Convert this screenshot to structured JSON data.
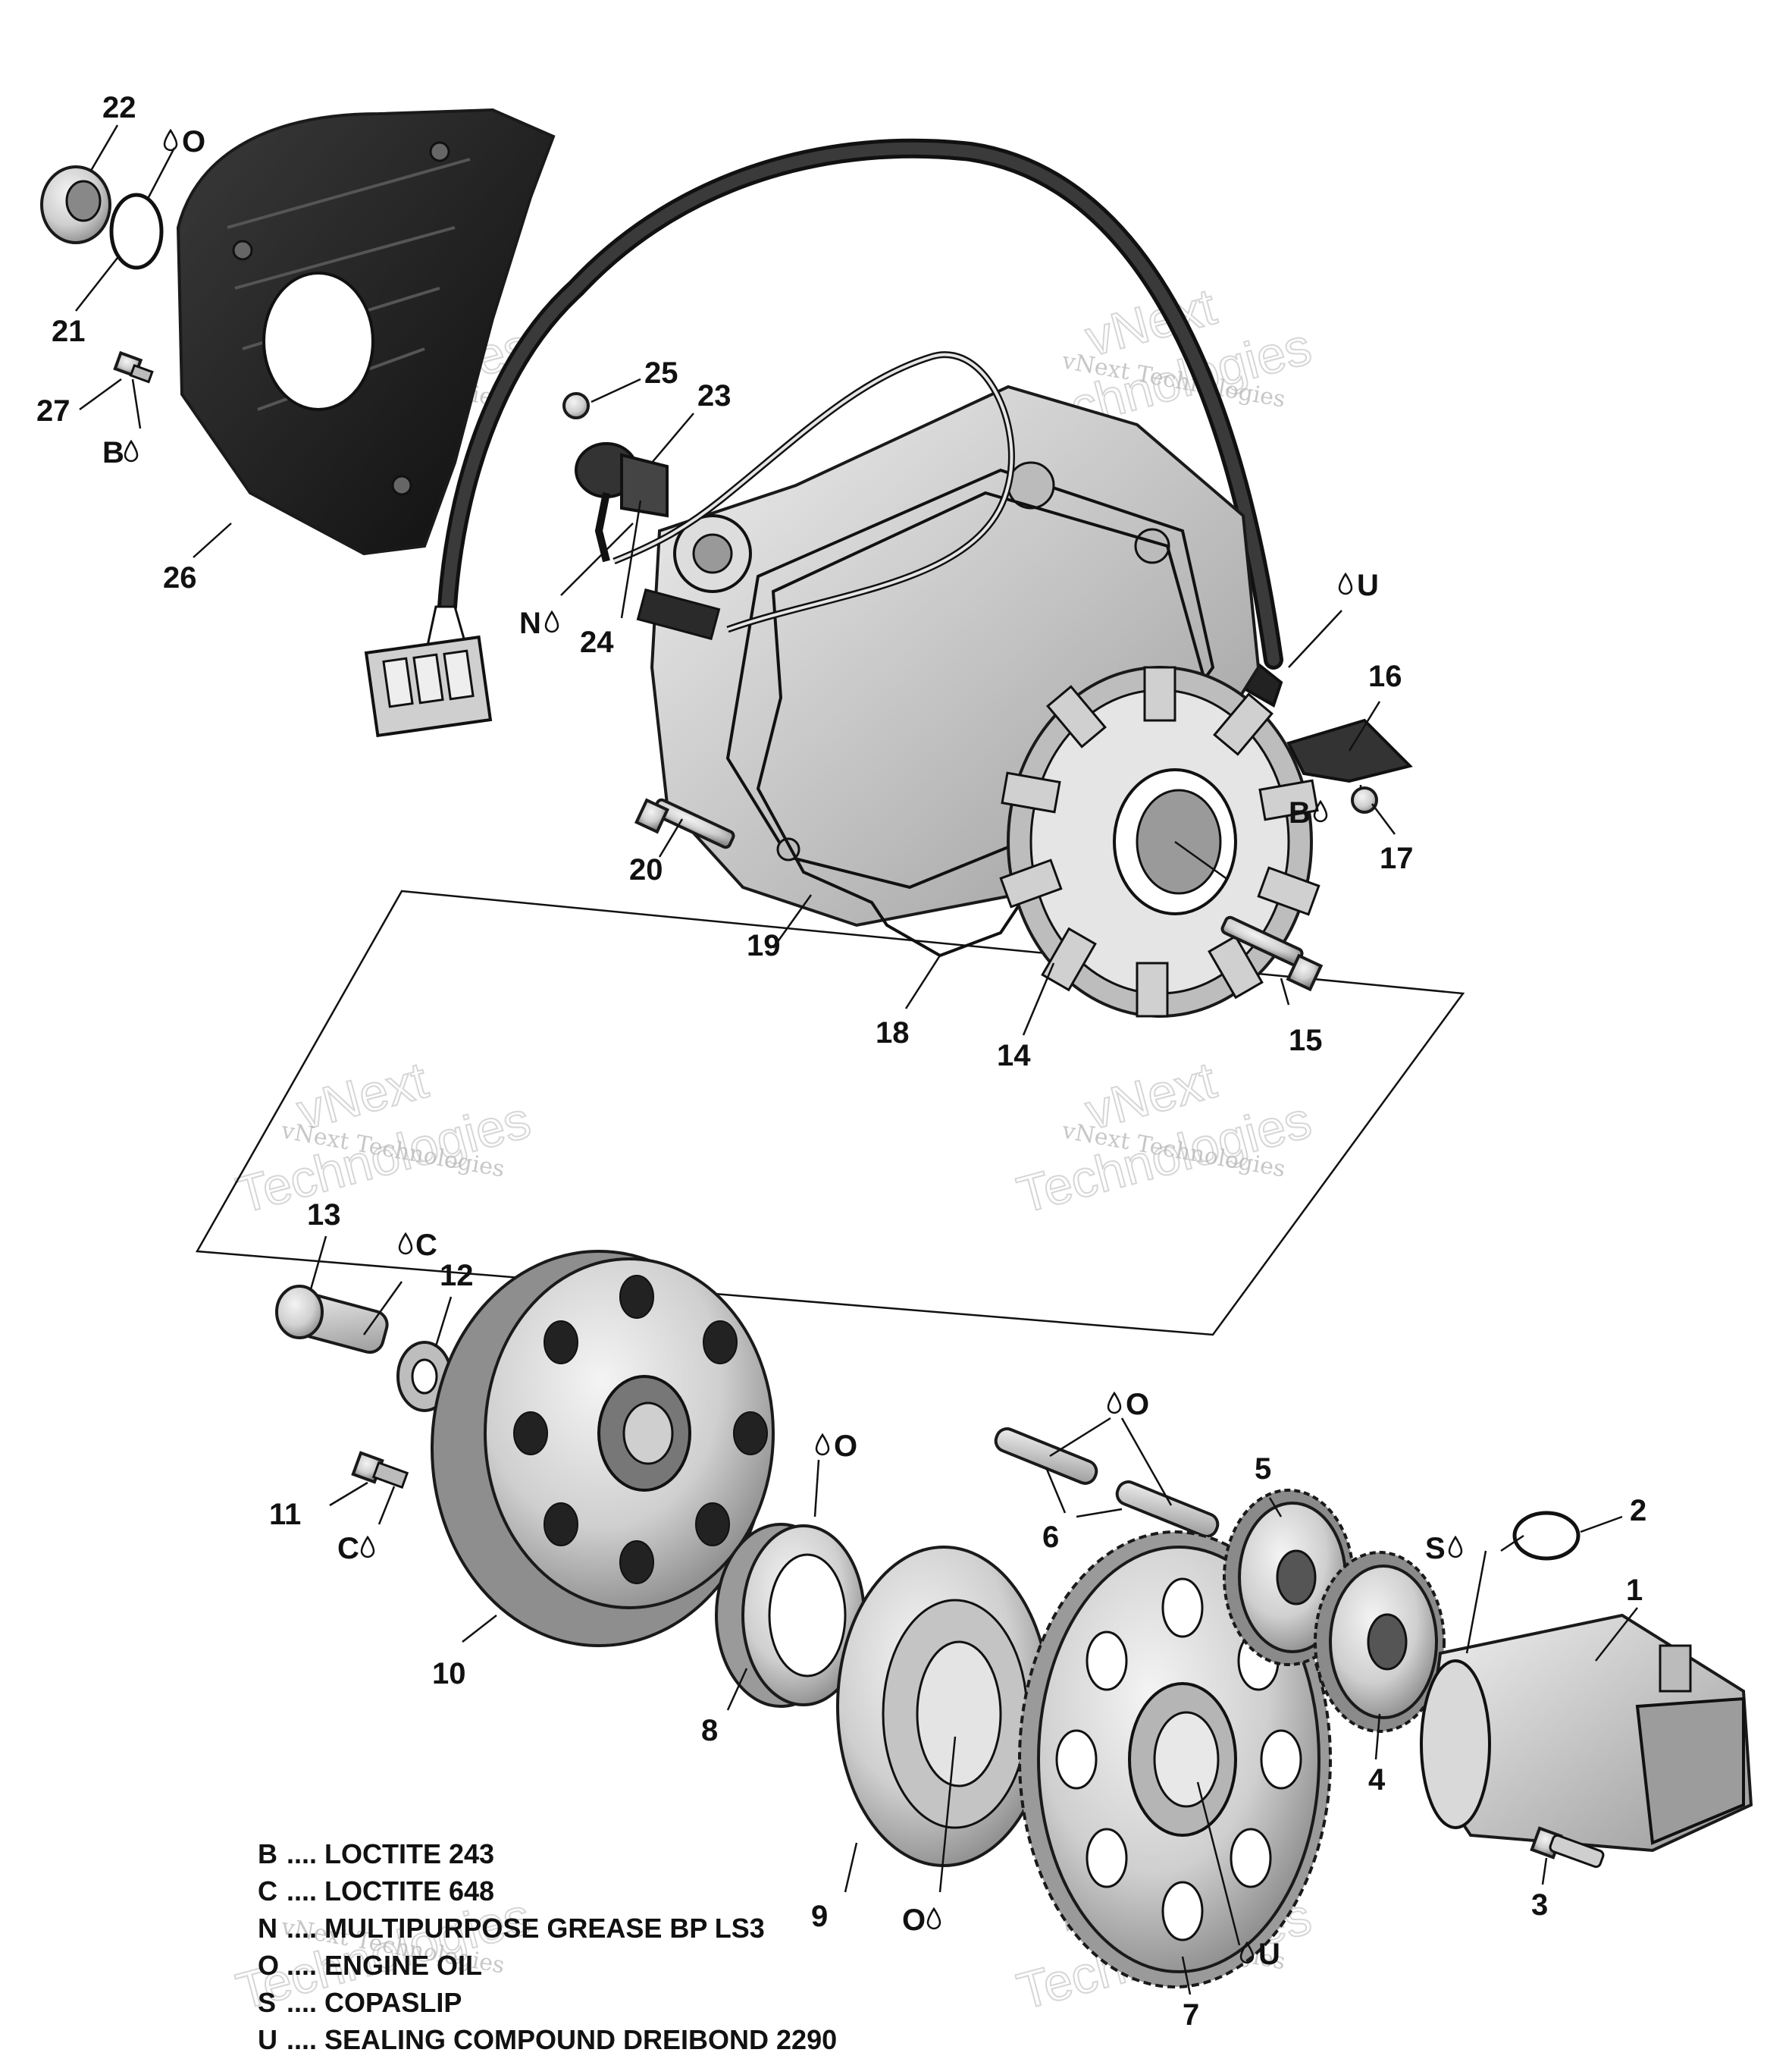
{
  "callouts": {
    "c1": "1",
    "c2": "2",
    "c3": "3",
    "c4": "4",
    "c5": "5",
    "c6": "6",
    "c7": "7",
    "c8": "8",
    "c9": "9",
    "c10": "10",
    "c11": "11",
    "c12": "12",
    "c13": "13",
    "c14": "14",
    "c15": "15",
    "c16": "16",
    "c17": "17",
    "c18": "18",
    "c19": "19",
    "c20": "20",
    "c21": "21",
    "c22": "22",
    "c23": "23",
    "c24": "24",
    "c25": "25",
    "c26": "26",
    "c27": "27"
  },
  "markers": {
    "o_22": "O",
    "b_27": "B",
    "n_24": "N",
    "u_harness": "U",
    "b_17": "B",
    "c_13": "C",
    "o_8": "O",
    "o_6": "O",
    "c_11": "C",
    "s_1": "S",
    "o_9": "O",
    "u_7": "U"
  },
  "legend": [
    {
      "code": "B",
      "separator": " .... ",
      "text": "LOCTITE 243"
    },
    {
      "code": "C",
      "separator": " .... ",
      "text": "LOCTITE 648"
    },
    {
      "code": "N",
      "separator": " .... ",
      "text": "MULTIPURPOSE GREASE BP LS3"
    },
    {
      "code": "O",
      "separator": " .... ",
      "text": "ENGINE OIL"
    },
    {
      "code": "S",
      "separator": " .... ",
      "text": "COPASLIP"
    },
    {
      "code": "U",
      "separator": " .... ",
      "text": "SEALING COMPOUND DREIBOND 2290"
    }
  ],
  "watermark": {
    "line1": "vNext",
    "line2": "vNext Technologies",
    "line3": "Technologies"
  }
}
